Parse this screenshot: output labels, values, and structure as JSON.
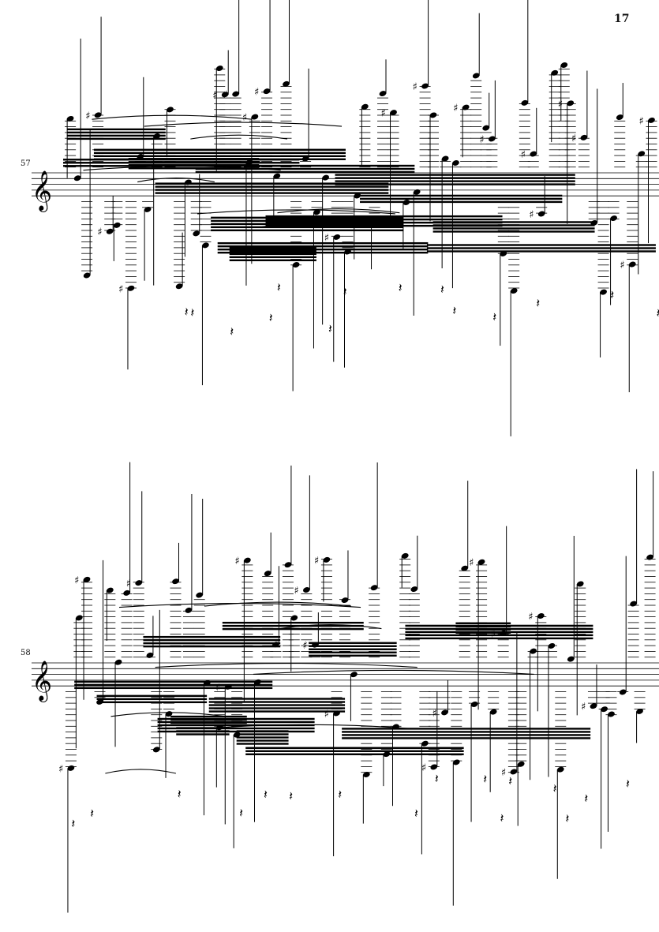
{
  "page": {
    "number": "17"
  },
  "systems": [
    {
      "measure_number": "57",
      "clef": "treble"
    },
    {
      "measure_number": "58",
      "clef": "treble"
    }
  ],
  "colors": {
    "ink": "#000000",
    "paper": "#ffffff"
  }
}
